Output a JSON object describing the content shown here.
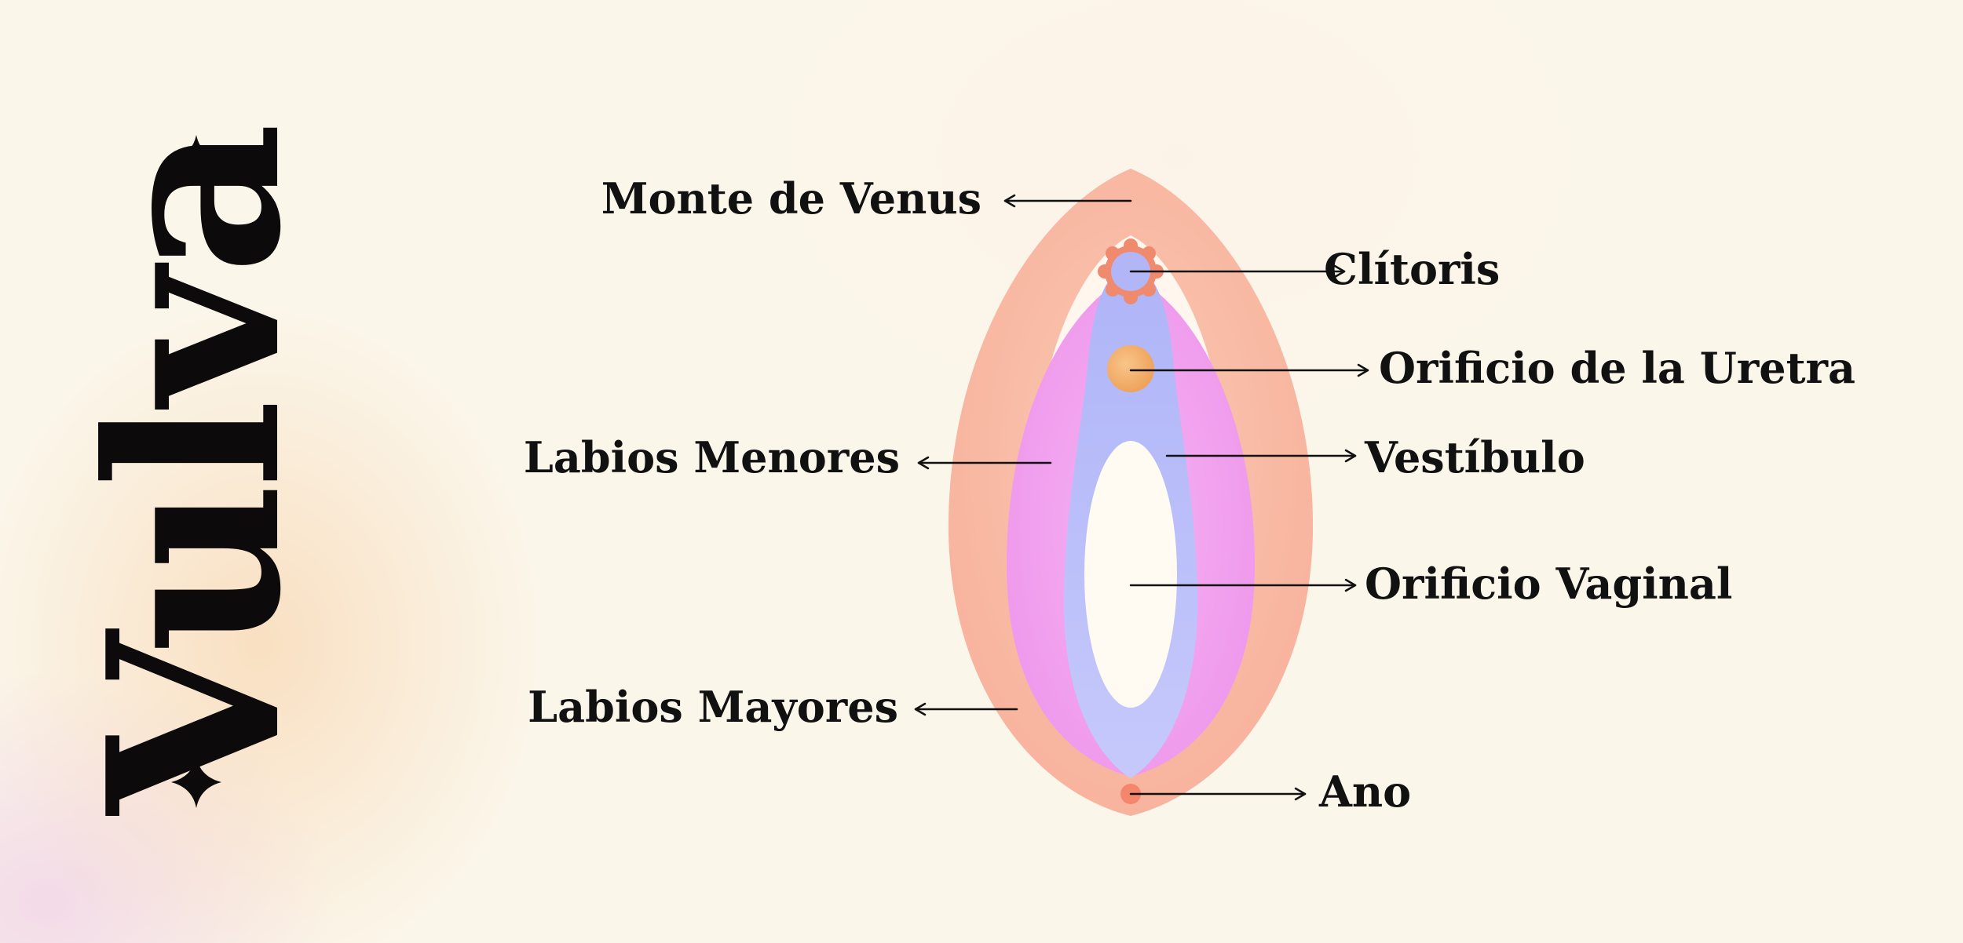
{
  "title": "Vulva",
  "labels": {
    "monte": "Monte de Venus",
    "clitoris": "Clítoris",
    "uretra": "Orificio de la Uretra",
    "menores": "Labios Menores",
    "vestibulo": "Vestíbulo",
    "vaginal": "Orificio Vaginal",
    "mayores": "Labios Mayores",
    "ano": "Ano"
  },
  "colors": {
    "background": "#fbf6ea",
    "labia_majora": "#f8b8a2",
    "labia_minora": "#f1a2ef",
    "vestibule": "#b9bdfa",
    "vaginal_opening": "#fffbf3",
    "urethra": "#f3b06a",
    "clitoris_petals": "#ef8a6e",
    "anus": "#f4866b",
    "text": "#111111"
  }
}
